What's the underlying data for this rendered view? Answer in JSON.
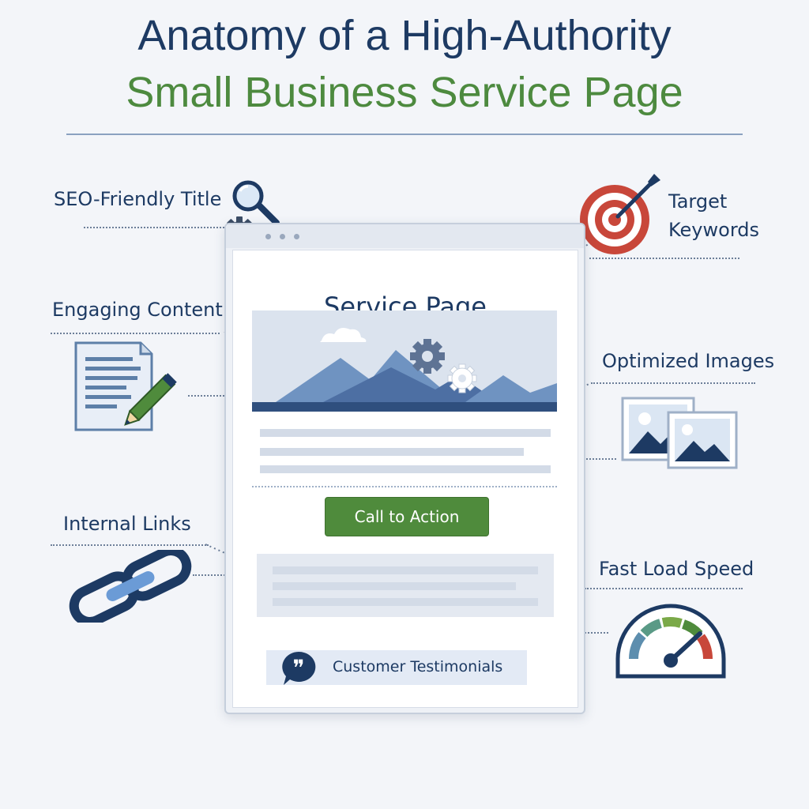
{
  "header": {
    "title_line1": "Anatomy of a High-Authority",
    "title_line2": "Small Business Service Page"
  },
  "callouts": {
    "seo_title": "SEO-Friendly Title",
    "target_keywords_line1": "Target",
    "target_keywords_line2": "Keywords",
    "engaging_content": "Engaging Content",
    "optimized_images": "Optimized Images",
    "internal_links": "Internal Links",
    "fast_load_speed": "Fast Load Speed"
  },
  "page": {
    "title": "Service Page",
    "cta_label": "Call to Action",
    "testimonials_label": "Customer Testimonials"
  },
  "icons": [
    "magnifier-icon",
    "gear-icon",
    "target-icon",
    "document-pencil-icon",
    "images-icon",
    "chain-link-icon",
    "speedometer-icon",
    "quote-bubble-icon"
  ],
  "colors": {
    "navy": "#1d3a63",
    "green": "#4d8a3f",
    "cta_green": "#4f8b3c",
    "target_red": "#c8473a",
    "slate_blue": "#5d7fa8"
  }
}
